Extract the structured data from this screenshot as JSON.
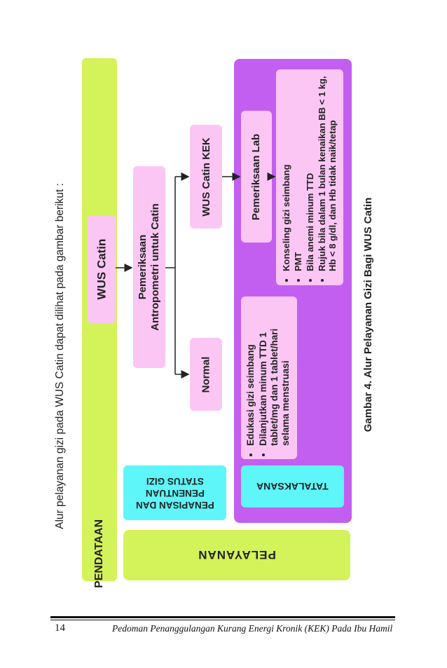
{
  "intro_text": "Alur pelayanan gizi pada WUS Catin dapat dilihat pada gambar berikut :",
  "bands": {
    "pendataan": "PENDATAAN",
    "pelayanan": "PELAYANAN"
  },
  "boxes": {
    "wus_catin": "WUS Catin",
    "pemeriksaan_line1": "Pemeriksaan",
    "pemeriksaan_line2": "Antropometri untuk Catin",
    "wus_catin_kek": "WUS Catin KEK",
    "normal": "Normal",
    "pemeriksaan_lab": "Pemeriksaan Lab",
    "penapisan_line1": "PENAPISAN DAN",
    "penapisan_line2": "PENENTUAN",
    "penapisan_line3": "STATUS GIZI",
    "tatalaksana": "TATALAKSANA"
  },
  "normal_list": [
    "Edukasi gizi seimbang",
    "Dilanjutkan minum TTD 1 tablet/mg dan 1 tablet/hari selama menstruasi"
  ],
  "kek_list": [
    "Konseling gizi seimbang",
    "PMT",
    "Bila anemi minum TTD",
    "Rujuk bila dalam 1 bulan kenaikan BB < 1 kg, Hb < 8 g/dl, dan Hb tidak naik/tetap"
  ],
  "caption": "Gambar 4.  Alur Pelayanan Gizi Bagi WUS Catin",
  "footer": {
    "page_number": "14",
    "title": "Pedoman Penanggulangan Kurang Energi Kronik (KEK) Pada Ibu Hamil"
  },
  "colors": {
    "lime": "#d4f25a",
    "pink": "#fbc6f4",
    "purple": "#c35ff0",
    "cyan": "#5ef6f8",
    "arrow": "#222222"
  }
}
